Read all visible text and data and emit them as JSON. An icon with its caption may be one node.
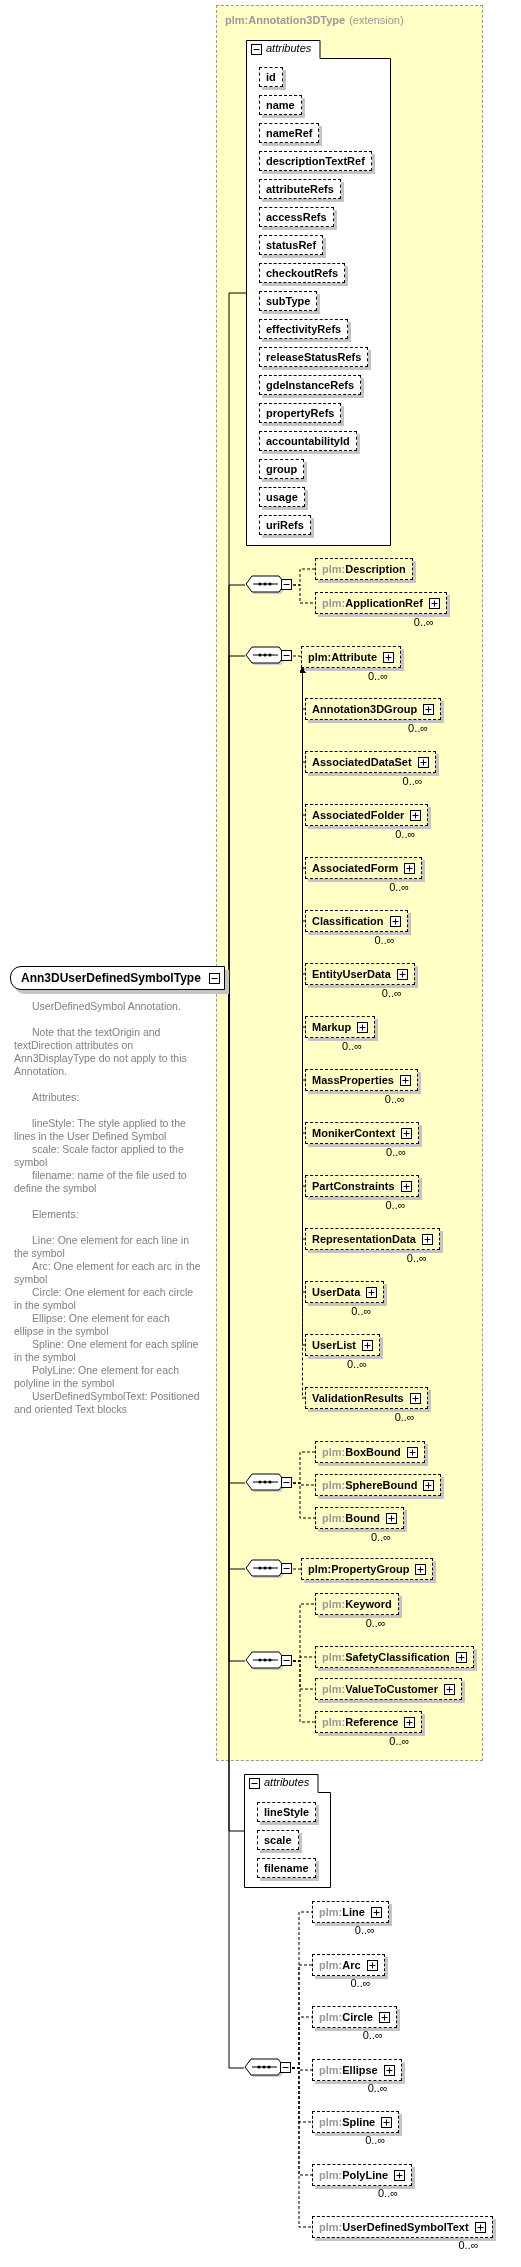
{
  "diagram": {
    "nodes": [
      {
        "text": [
          "Ann3DUserDefinedSymbolType"
        ],
        "beside": [
          "UserDefinedSymbol Annotation.",
          "Note that the textOrigin and textDirection attributes on Ann3DisplayType do not apply to this Annotation.",
          "Attributes:",
          "lineStyle: The style applied to the lines in the User Defined Symbol",
          "scale: Scale factor applied to the symbol",
          "filename: name of the file used to define the symbol",
          "Elements:",
          "Line: One element for each line in the symbol",
          "Arc: One element for each arc in the symbol",
          "Circle: One element for each circle in the symbol",
          "Ellipse: One element for each ellipse in the symbol",
          "Spline: One element for each spline in the symbol",
          "PolyLine: One element for each polyline in the symbol",
          "UserDefinedSymbolText: Positioned and oriented Text blocks"
        ]
      },
      {
        "text": [
          "plm:Annotation3DType",
          "(extension)"
        ]
      },
      {
        "text": [
          "attributes"
        ],
        "in": 1
      },
      {
        "text": [
          "id"
        ],
        "in": 2
      },
      {
        "text": [
          "name"
        ],
        "in": 2
      },
      {
        "text": [
          "nameRef"
        ],
        "in": 2
      },
      {
        "text": [
          "descriptionTextRef"
        ],
        "in": 2
      },
      {
        "text": [
          "attributeRefs"
        ],
        "in": 2
      },
      {
        "text": [
          "accessRefs"
        ],
        "in": 2
      },
      {
        "text": [
          "statusRef"
        ],
        "in": 2
      },
      {
        "text": [
          "checkoutRefs"
        ],
        "in": 2
      },
      {
        "text": [
          "subType"
        ],
        "in": 2
      },
      {
        "text": [
          "effectivityRefs"
        ],
        "in": 2
      },
      {
        "text": [
          "releaseStatusRefs"
        ],
        "in": 2
      },
      {
        "text": [
          "gdeInstanceRefs"
        ],
        "in": 2
      },
      {
        "text": [
          "propertyRefs"
        ],
        "in": 2
      },
      {
        "text": [
          "accountabilityId"
        ],
        "in": 2
      },
      {
        "text": [
          "group"
        ],
        "in": 2
      },
      {
        "text": [
          "usage"
        ],
        "in": 2
      },
      {
        "text": [
          "uriRefs"
        ],
        "in": 2
      },
      {
        "text": [],
        "shape": "octagon",
        "in": 1
      },
      {
        "text": [
          "plm:Description"
        ],
        "in": 1
      },
      {
        "text": [
          "plm:ApplicationRef"
        ],
        "beside": [
          "0..∞"
        ],
        "in": 1
      },
      {
        "text": [],
        "shape": "octagon",
        "in": 1
      },
      {
        "text": [
          "plm:Attribute"
        ],
        "beside": [
          "0..∞"
        ],
        "in": 1
      },
      {
        "text": [
          "Annotation3DGroup"
        ],
        "beside": [
          "0..∞"
        ],
        "in": 1
      },
      {
        "text": [
          "AssociatedDataSet"
        ],
        "beside": [
          "0..∞"
        ],
        "in": 1
      },
      {
        "text": [
          "AssociatedFolder"
        ],
        "beside": [
          "0..∞"
        ],
        "in": 1
      },
      {
        "text": [
          "AssociatedForm"
        ],
        "beside": [
          "0..∞"
        ],
        "in": 1
      },
      {
        "text": [
          "Classification"
        ],
        "beside": [
          "0..∞"
        ],
        "in": 1
      },
      {
        "text": [
          "EntityUserData"
        ],
        "beside": [
          "0..∞"
        ],
        "in": 1
      },
      {
        "text": [
          "Markup"
        ],
        "beside": [
          "0..∞"
        ],
        "in": 1
      },
      {
        "text": [
          "MassProperties"
        ],
        "beside": [
          "0..∞"
        ],
        "in": 1
      },
      {
        "text": [
          "MonikerContext"
        ],
        "beside": [
          "0..∞"
        ],
        "in": 1
      },
      {
        "text": [
          "PartConstraints"
        ],
        "beside": [
          "0..∞"
        ],
        "in": 1
      },
      {
        "text": [
          "RepresentationData"
        ],
        "beside": [
          "0..∞"
        ],
        "in": 1
      },
      {
        "text": [
          "UserData"
        ],
        "beside": [
          "0..∞"
        ],
        "in": 1
      },
      {
        "text": [
          "UserList"
        ],
        "beside": [
          "0..∞"
        ],
        "in": 1
      },
      {
        "text": [
          "ValidationResults"
        ],
        "beside": [
          "0..∞"
        ],
        "in": 1
      },
      {
        "text": [],
        "shape": "octagon",
        "in": 1
      },
      {
        "text": [
          "plm:BoxBound"
        ],
        "in": 1
      },
      {
        "text": [
          "plm:SphereBound"
        ],
        "in": 1
      },
      {
        "text": [
          "plm:Bound"
        ],
        "beside": [
          "0..∞"
        ],
        "in": 1
      },
      {
        "text": [],
        "shape": "octagon",
        "in": 1
      },
      {
        "text": [
          "plm:PropertyGroup"
        ],
        "in": 1
      },
      {
        "text": [],
        "shape": "octagon",
        "in": 1
      },
      {
        "text": [
          "plm:Keyword"
        ],
        "beside": [
          "0..∞"
        ],
        "in": 1
      },
      {
        "text": [
          "plm:SafetyClassification"
        ],
        "in": 1
      },
      {
        "text": [
          "plm:ValueToCustomer"
        ],
        "in": 1
      },
      {
        "text": [
          "plm:Reference"
        ],
        "beside": [
          "0..∞"
        ],
        "in": 1
      },
      {
        "text": [
          "attributes"
        ]
      },
      {
        "text": [
          "lineStyle"
        ],
        "in": 50
      },
      {
        "text": [
          "scale"
        ],
        "in": 50
      },
      {
        "text": [
          "filename"
        ],
        "in": 50
      },
      {
        "text": [],
        "shape": "octagon"
      },
      {
        "text": [
          "plm:Line"
        ],
        "beside": [
          "0..∞"
        ]
      },
      {
        "text": [
          "plm:Arc"
        ],
        "beside": [
          "0..∞"
        ]
      },
      {
        "text": [
          "plm:Circle"
        ],
        "beside": [
          "0..∞"
        ]
      },
      {
        "text": [
          "plm:Ellipse"
        ],
        "beside": [
          "0..∞"
        ]
      },
      {
        "text": [
          "plm:Spline"
        ],
        "beside": [
          "0..∞"
        ]
      },
      {
        "text": [
          "plm:PolyLine"
        ],
        "beside": [
          "0..∞"
        ]
      },
      {
        "text": [
          "plm:UserDefinedSymbolText"
        ],
        "beside": [
          "0..∞"
        ]
      }
    ],
    "edges": [
      {
        "from": 0,
        "to": 2,
        "arrow": "none"
      },
      {
        "from": 0,
        "to": 20,
        "arrow": "none"
      },
      {
        "from": 20,
        "to": 21,
        "arrow": "none",
        "style": "dashed"
      },
      {
        "from": 20,
        "to": 22,
        "arrow": "none",
        "style": "dashed"
      },
      {
        "from": 0,
        "to": 23,
        "arrow": "none"
      },
      {
        "from": 23,
        "to": 24,
        "arrow": "none",
        "style": "dashed"
      },
      {
        "from": 25,
        "to": 24,
        "arrow": "to",
        "style": "dashed"
      },
      {
        "from": 26,
        "to": 24,
        "arrow": "to",
        "style": "dashed"
      },
      {
        "from": 27,
        "to": 24,
        "arrow": "to",
        "style": "dashed"
      },
      {
        "from": 28,
        "to": 24,
        "arrow": "to",
        "style": "dashed"
      },
      {
        "from": 29,
        "to": 24,
        "arrow": "to",
        "style": "dashed"
      },
      {
        "from": 30,
        "to": 24,
        "arrow": "to",
        "style": "dashed"
      },
      {
        "from": 31,
        "to": 24,
        "arrow": "to",
        "style": "dashed"
      },
      {
        "from": 32,
        "to": 24,
        "arrow": "to",
        "style": "dashed"
      },
      {
        "from": 33,
        "to": 24,
        "arrow": "to",
        "style": "dashed"
      },
      {
        "from": 34,
        "to": 24,
        "arrow": "to",
        "style": "dashed"
      },
      {
        "from": 35,
        "to": 24,
        "arrow": "to",
        "style": "dashed"
      },
      {
        "from": 36,
        "to": 24,
        "arrow": "to",
        "style": "dashed"
      },
      {
        "from": 37,
        "to": 24,
        "arrow": "to",
        "style": "dashed"
      },
      {
        "from": 38,
        "to": 24,
        "arrow": "to",
        "style": "dashed"
      },
      {
        "from": 0,
        "to": 39,
        "arrow": "none"
      },
      {
        "from": 39,
        "to": 40,
        "arrow": "none",
        "style": "dashed"
      },
      {
        "from": 39,
        "to": 41,
        "arrow": "none",
        "style": "dashed"
      },
      {
        "from": 39,
        "to": 42,
        "arrow": "none",
        "style": "dashed"
      },
      {
        "from": 0,
        "to": 43,
        "arrow": "none"
      },
      {
        "from": 43,
        "to": 44,
        "arrow": "none",
        "style": "dashed"
      },
      {
        "from": 0,
        "to": 45,
        "arrow": "none"
      },
      {
        "from": 45,
        "to": 46,
        "arrow": "none",
        "style": "dashed"
      },
      {
        "from": 45,
        "to": 47,
        "arrow": "none",
        "style": "dashed"
      },
      {
        "from": 45,
        "to": 48,
        "arrow": "none",
        "style": "dashed"
      },
      {
        "from": 45,
        "to": 49,
        "arrow": "none",
        "style": "dashed"
      },
      {
        "from": 0,
        "to": 50,
        "arrow": "none"
      },
      {
        "from": 0,
        "to": 54,
        "arrow": "none"
      },
      {
        "from": 54,
        "to": 55,
        "arrow": "none",
        "style": "dashed"
      },
      {
        "from": 54,
        "to": 56,
        "arrow": "none",
        "style": "dashed"
      },
      {
        "from": 54,
        "to": 57,
        "arrow": "none",
        "style": "dashed"
      },
      {
        "from": 54,
        "to": 58,
        "arrow": "none",
        "style": "dashed"
      },
      {
        "from": 54,
        "to": 59,
        "arrow": "none",
        "style": "dashed"
      },
      {
        "from": 54,
        "to": 60,
        "arrow": "none",
        "style": "dashed"
      },
      {
        "from": 54,
        "to": 61,
        "arrow": "none",
        "style": "dashed"
      }
    ]
  }
}
